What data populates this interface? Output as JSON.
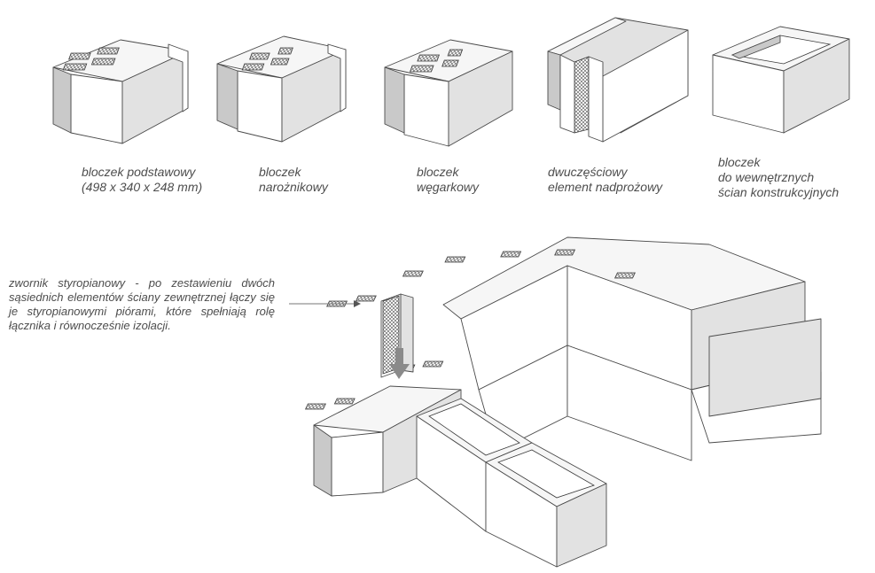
{
  "blocks": [
    {
      "line1": "bloczek podstawowy",
      "line2": "(498 x 340 x 248 mm)",
      "line3": ""
    },
    {
      "line1": "bloczek",
      "line2": "narożnikowy",
      "line3": ""
    },
    {
      "line1": "bloczek",
      "line2": "węgarkowy",
      "line3": ""
    },
    {
      "line1": "dwuczęściowy",
      "line2": "element nadprożowy",
      "line3": ""
    },
    {
      "line1": "bloczek",
      "line2": "do wewnętrznych",
      "line3": "ścian konstrukcyjnych"
    }
  ],
  "callout": {
    "text": "zwornik styropianowy - po zestawieniu dwóch sąsiednich elementów ściany zewnętrznej łączy się je styropianowymi piórami, które spełniają rolę łącznika i równocześnie izolacji."
  },
  "colors": {
    "ink": "#4a4a4a",
    "arrow": "#8a8a8a",
    "text": "#4d4d4d"
  }
}
